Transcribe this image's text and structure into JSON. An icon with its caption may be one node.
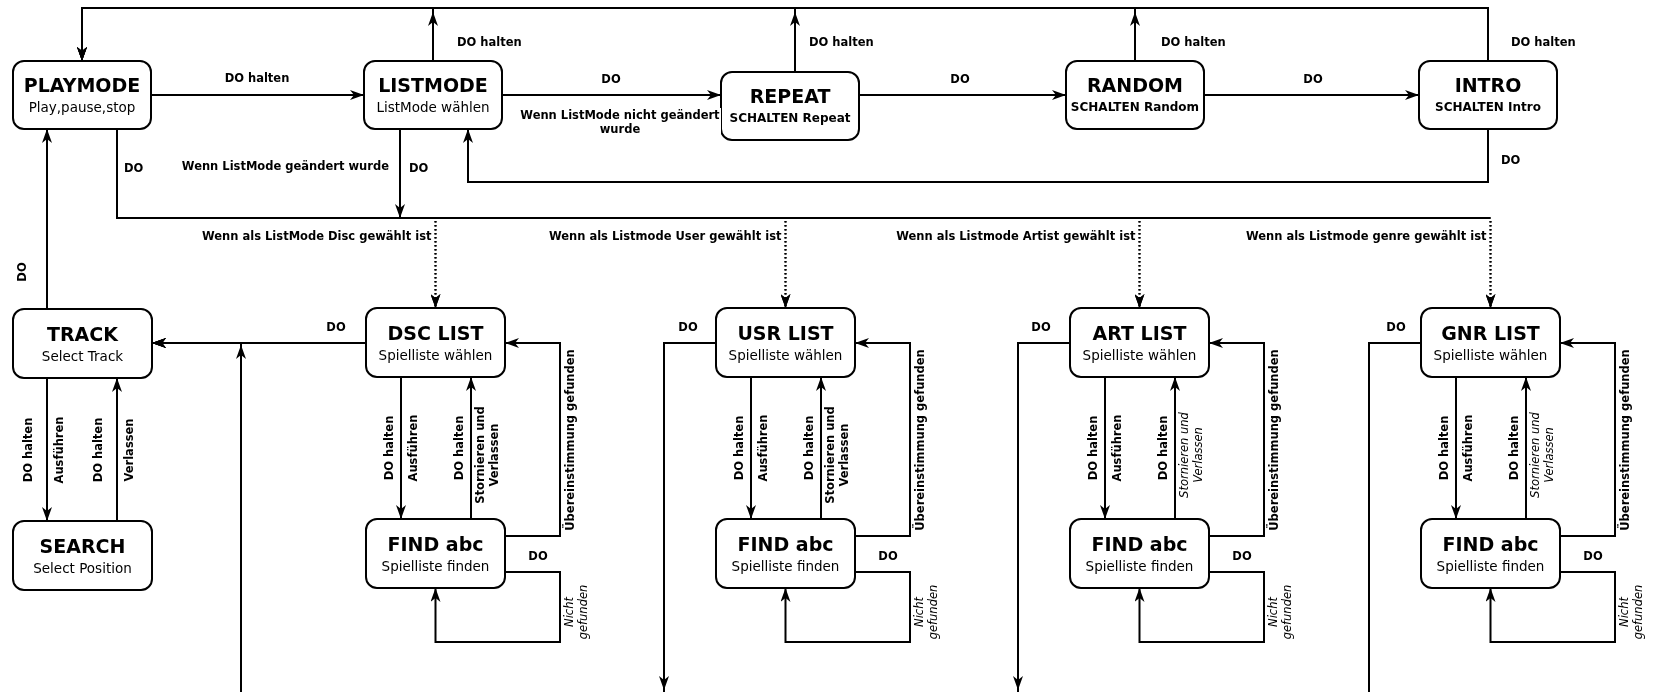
{
  "diagram": {
    "nodes": [
      {
        "text": [
          "PLAYMODE",
          "Play,pause,stop"
        ]
      },
      {
        "text": [
          "LISTMODE",
          "ListMode wählen"
        ]
      },
      {
        "text": [
          "REPEAT",
          "SCHALTEN Repeat"
        ]
      },
      {
        "text": [
          "RANDOM",
          "SCHALTEN Random"
        ]
      },
      {
        "text": [
          "INTRO",
          "SCHALTEN Intro"
        ]
      },
      {
        "text": [
          "TRACK",
          "Select Track"
        ]
      },
      {
        "text": [
          "SEARCH",
          "Select Position"
        ]
      },
      {
        "text": [
          "DSC LIST",
          "Spielliste wählen"
        ]
      },
      {
        "text": [
          "FIND abc",
          "Spielliste finden"
        ]
      },
      {
        "text": [
          "USR LIST",
          "Spielliste wählen"
        ]
      },
      {
        "text": [
          "FIND abc",
          "Spielliste finden"
        ]
      },
      {
        "text": [
          "ART LIST",
          "Spielliste wählen"
        ]
      },
      {
        "text": [
          "FIND abc",
          "Spielliste finden"
        ]
      },
      {
        "text": [
          "GNR LIST",
          "Spielliste wählen"
        ]
      },
      {
        "text": [
          "FIND abc",
          "Spielliste finden"
        ]
      }
    ],
    "edges": [
      {
        "from": 0,
        "to": 1,
        "arrow": "to",
        "label": "DO halten"
      },
      {
        "from": 1,
        "to": 2,
        "arrow": "to",
        "label": "DO"
      },
      {
        "from": 2,
        "to": 3,
        "arrow": "to",
        "label": "DO"
      },
      {
        "from": 3,
        "to": 4,
        "arrow": "to",
        "label": "DO"
      },
      {
        "from": 1,
        "to": 0,
        "arrow": "to",
        "label": "DO halten"
      },
      {
        "from": 2,
        "to": 0,
        "arrow": "to",
        "label": "DO halten"
      },
      {
        "from": 3,
        "to": 0,
        "arrow": "to",
        "label": "DO halten"
      },
      {
        "from": 4,
        "to": 0,
        "arrow": "to",
        "label": "DO halten"
      },
      {
        "from": 4,
        "to": 1,
        "arrow": "to",
        "label": "DO"
      },
      {
        "from": 0,
        "to": 7,
        "arrow": "to",
        "style": "dashed",
        "label": "DO"
      },
      {
        "from": 0,
        "to": 9,
        "arrow": "to",
        "style": "dashed"
      },
      {
        "from": 0,
        "to": 11,
        "arrow": "to",
        "style": "dashed"
      },
      {
        "from": 0,
        "to": 13,
        "arrow": "to",
        "style": "dashed"
      },
      {
        "from": 1,
        "to": 7,
        "arrow": "to",
        "style": "dashed",
        "label": "Wenn als ListMode Disc gewählt ist"
      },
      {
        "from": 1,
        "to": 9,
        "arrow": "to",
        "style": "dashed",
        "label": "Wenn als Listmode User gewählt ist"
      },
      {
        "from": 1,
        "to": 11,
        "arrow": "to",
        "style": "dashed",
        "label": "Wenn als Listmode Artist gewählt ist"
      },
      {
        "from": 1,
        "to": 13,
        "arrow": "to",
        "style": "dashed",
        "label": "Wenn als Listmode genre gewählt ist"
      },
      {
        "from": 5,
        "to": 0,
        "arrow": "to",
        "label": "DO"
      },
      {
        "from": 5,
        "to": 6,
        "arrow": "to",
        "label": "Ausführen"
      },
      {
        "from": 6,
        "to": 5,
        "arrow": "to",
        "label": "Verlassen"
      },
      {
        "from": 7,
        "to": 5,
        "arrow": "to",
        "label": "DO"
      },
      {
        "from": 9,
        "to": 5,
        "arrow": "to",
        "label": "DO"
      },
      {
        "from": 11,
        "to": 5,
        "arrow": "to",
        "label": "DO"
      },
      {
        "from": 13,
        "to": 5,
        "arrow": "to",
        "label": "DO"
      },
      {
        "from": 7,
        "to": 8,
        "arrow": "to",
        "label": "Ausführen"
      },
      {
        "from": 8,
        "to": 7,
        "arrow": "to",
        "label": "Stornieren und Verlassen"
      },
      {
        "from": 8,
        "to": 7,
        "arrow": "to",
        "label": "Übereinstimmung gefunden"
      },
      {
        "from": 8,
        "to": 8,
        "arrow": "to",
        "label": "Nicht gefunden"
      },
      {
        "from": 9,
        "to": 10,
        "arrow": "to",
        "label": "Ausführen"
      },
      {
        "from": 10,
        "to": 9,
        "arrow": "to",
        "label": "Stornieren und Verlassen"
      },
      {
        "from": 10,
        "to": 9,
        "arrow": "to",
        "label": "Übereinstimmung gefunden"
      },
      {
        "from": 10,
        "to": 10,
        "arrow": "to",
        "label": "Nicht gefunden"
      },
      {
        "from": 11,
        "to": 12,
        "arrow": "to",
        "label": "Ausführen"
      },
      {
        "from": 12,
        "to": 11,
        "arrow": "to",
        "label": "Stornieren und Verlassen"
      },
      {
        "from": 12,
        "to": 11,
        "arrow": "to",
        "label": "Übereinstimmung gefunden"
      },
      {
        "from": 12,
        "to": 12,
        "arrow": "to",
        "label": "Nicht gefunden"
      },
      {
        "from": 13,
        "to": 14,
        "arrow": "to",
        "label": "Ausführen"
      },
      {
        "from": 14,
        "to": 13,
        "arrow": "to",
        "label": "Stornieren und Verlassen"
      },
      {
        "from": 14,
        "to": 13,
        "arrow": "to",
        "label": "Übereinstimmung gefunden"
      },
      {
        "from": 14,
        "to": 14,
        "arrow": "to",
        "label": "Nicht gefunden"
      }
    ],
    "labels": [
      "Wenn ListMode nicht geändert wurde",
      "Wenn ListMode geändert wurde",
      "DO",
      "DO halten",
      "DO halten",
      "DO halten",
      "DO halten",
      "DO",
      "DO halten",
      "DO halten",
      "DO",
      "DO halten",
      "DO halten",
      "DO",
      "DO halten",
      "DO halten",
      "DO"
    ]
  }
}
